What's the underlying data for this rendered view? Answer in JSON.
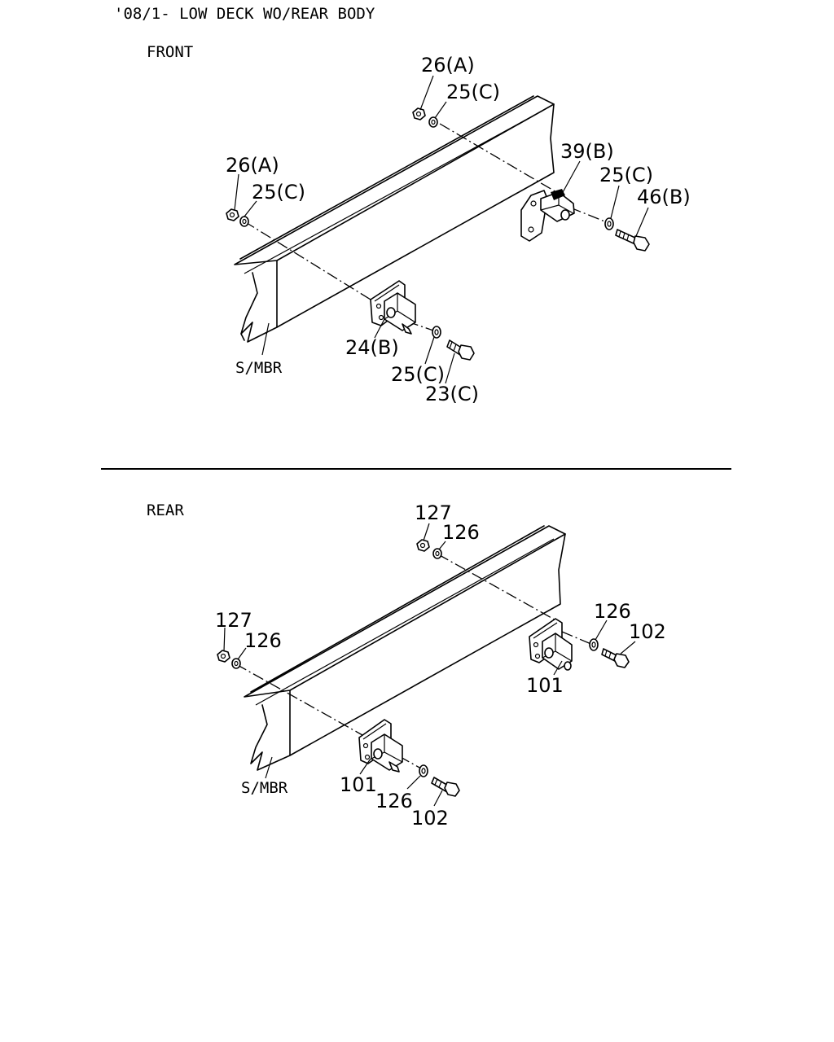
{
  "header": {
    "title": "'08/1- LOW DECK WO/REAR BODY"
  },
  "sections": {
    "front": {
      "label": "FRONT",
      "member_label": "S/MBR",
      "callouts": {
        "nut_top": "26(A)",
        "washer_top": "25(C)",
        "nut_left": "26(A)",
        "washer_left": "25(C)",
        "bracket_right": "39(B)",
        "washer_right": "25(C)",
        "bolt_right": "46(B)",
        "bracket_lower": "24(B)",
        "washer_lower": "25(C)",
        "bolt_lower": "23(C)"
      }
    },
    "rear": {
      "label": "REAR",
      "member_label": "S/MBR",
      "callouts": {
        "nut_top": "127",
        "washer_top": "126",
        "nut_left": "127",
        "washer_left": "126",
        "washer_right": "126",
        "bolt_right": "102",
        "bracket_right": "101",
        "bracket_lower": "101",
        "washer_lower": "126",
        "bolt_lower": "102"
      }
    }
  }
}
